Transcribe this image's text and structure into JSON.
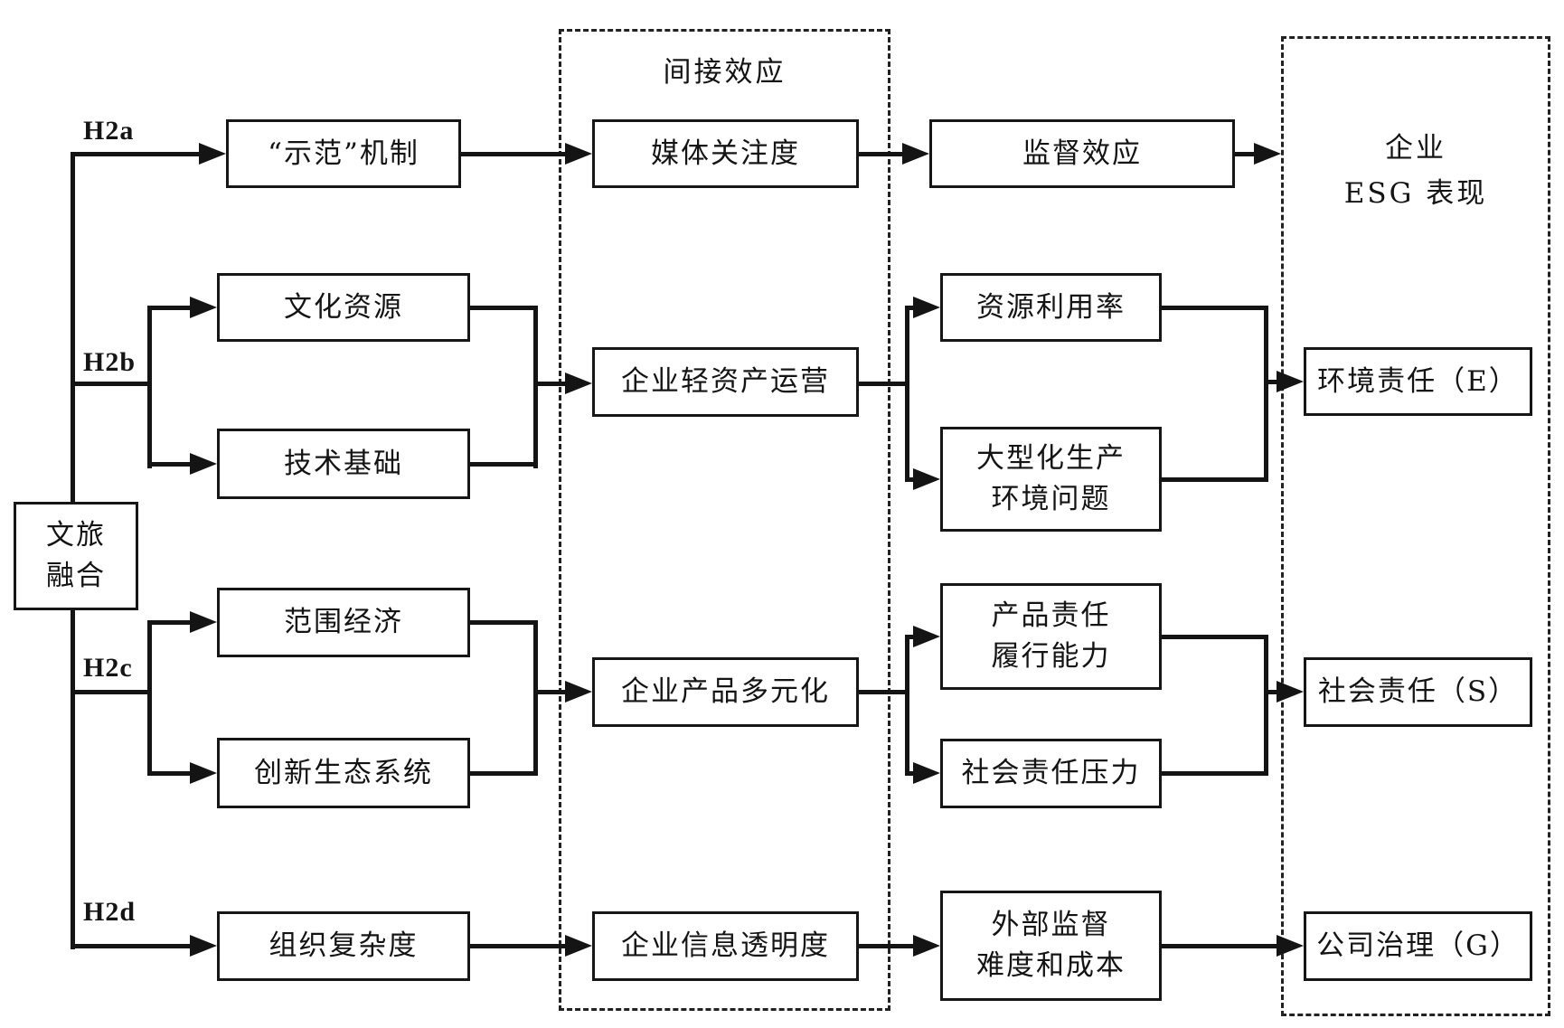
{
  "figure": {
    "description_colors": {
      "line": "#141414",
      "background": "#ffffff"
    },
    "root": {
      "label": "文旅\n融合"
    },
    "hypotheses": {
      "h2a": "H2a",
      "h2b": "H2b",
      "h2c": "H2c",
      "h2d": "H2d"
    },
    "containers": {
      "indirect_title": "间接效应",
      "esg_title": "企业\nESG 表现"
    },
    "nodes": {
      "demo_mechanism": "“示范”机制",
      "cultural_resources": "文化资源",
      "tech_foundation": "技术基础",
      "scope_economy": "范围经济",
      "innovation_ecosystem": "创新生态系统",
      "org_complexity": "组织复杂度",
      "media_attention": "媒体关注度",
      "light_asset_operation": "企业轻资产运营",
      "product_diversification": "企业产品多元化",
      "info_transparency": "企业信息透明度",
      "supervision_effect": "监督效应",
      "resource_utilization": "资源利用率",
      "large_scale_env_problem": "大型化生产\n环境问题",
      "product_responsibility": "产品责任\n履行能力",
      "social_pressure": "社会责任压力",
      "external_supervision_cost": "外部监督\n难度和成本",
      "env_responsibility": "环境责任（E）",
      "social_responsibility": "社会责任（S）",
      "corporate_governance": "公司治理（G）"
    }
  }
}
